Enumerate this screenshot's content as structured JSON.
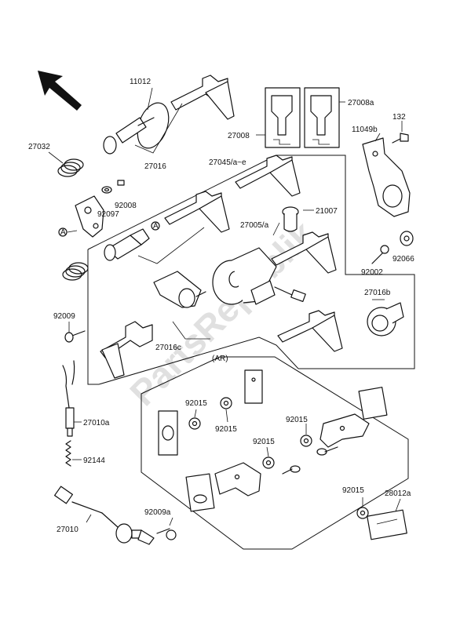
{
  "labels": {
    "p11012": "11012",
    "p27008a": "27008a",
    "p132": "132",
    "p27008": "27008",
    "p11049b": "11049b",
    "p27032": "27032",
    "p27016": "27016",
    "p27045": "27045/a~e",
    "p92008": "92008",
    "p92097": "92097",
    "p21007": "21007",
    "p27005": "27005/a",
    "p92066": "92066",
    "p92002": "92002",
    "p27016b": "27016b",
    "p92009": "92009",
    "p27016c": "27016c",
    "p92015_a": "92015",
    "p92015_b": "92015",
    "p92015_c": "92015",
    "p92015_d": "92015",
    "p92015_e": "92015",
    "p27010a": "27010a",
    "p92144": "92144",
    "p27010": "27010",
    "p92009a": "92009a",
    "p28012a": "28012a"
  },
  "markers": {
    "circle_a": "A",
    "region_ar": "(AR)"
  },
  "watermark": "PartsRepublik",
  "colors": {
    "line": "#111111",
    "background": "#ffffff",
    "watermark": "#c8c8c8"
  }
}
